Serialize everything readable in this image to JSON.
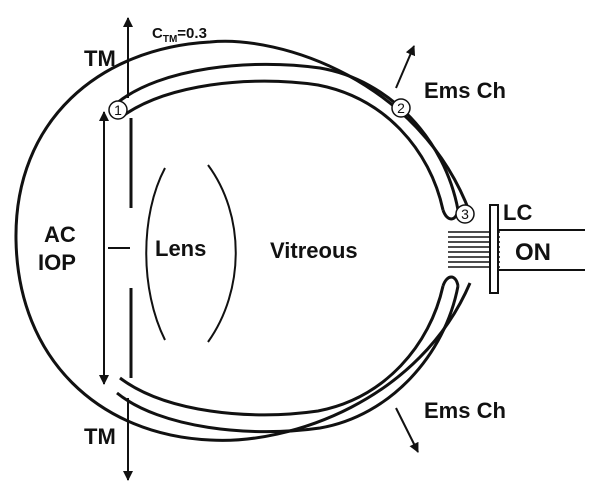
{
  "labels": {
    "tm_top": "TM",
    "tm_bottom": "TM",
    "coefficient_symbol": "C",
    "coefficient_subscript": "TM",
    "coefficient_value": "=0.3",
    "ems_top": "Ems Ch",
    "ems_bottom": "Ems Ch",
    "lc": "LC",
    "on": "ON",
    "ac": "AC",
    "iop": "IOP",
    "lens": "Lens",
    "vitreous": "Vitreous"
  },
  "markers": [
    "1",
    "2",
    "3"
  ],
  "colors": {
    "ink": "#111111",
    "background": "#ffffff"
  }
}
